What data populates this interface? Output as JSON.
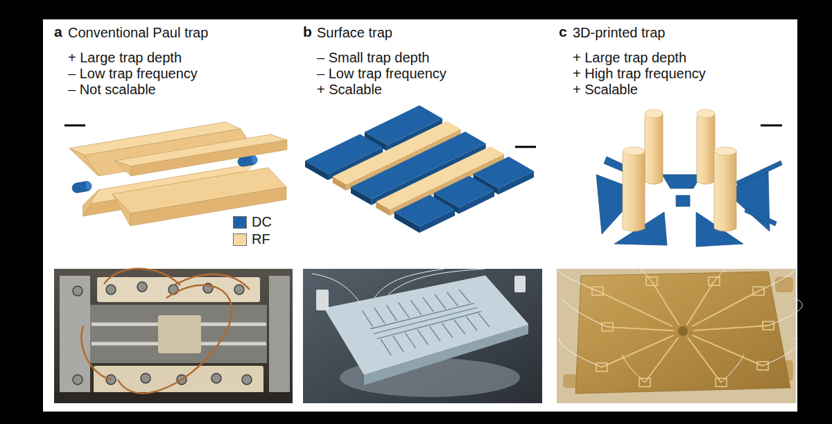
{
  "diagram": {
    "labels": [
      "a",
      "Conventional Paul trap",
      "+ Large trap depth",
      "– Low trap frequency",
      "– Not scalable",
      "b",
      "Surface trap",
      "– Small trap depth",
      "– Low trap frequency",
      "+ Scalable",
      "c",
      "3D-printed trap",
      "+ Large trap depth",
      "+ High trap frequency",
      "+ Scalable"
    ],
    "legend": [
      {
        "text": "DC",
        "color": "#1f63a6"
      },
      {
        "text": "RF",
        "color": "#f6d9a3"
      }
    ]
  }
}
